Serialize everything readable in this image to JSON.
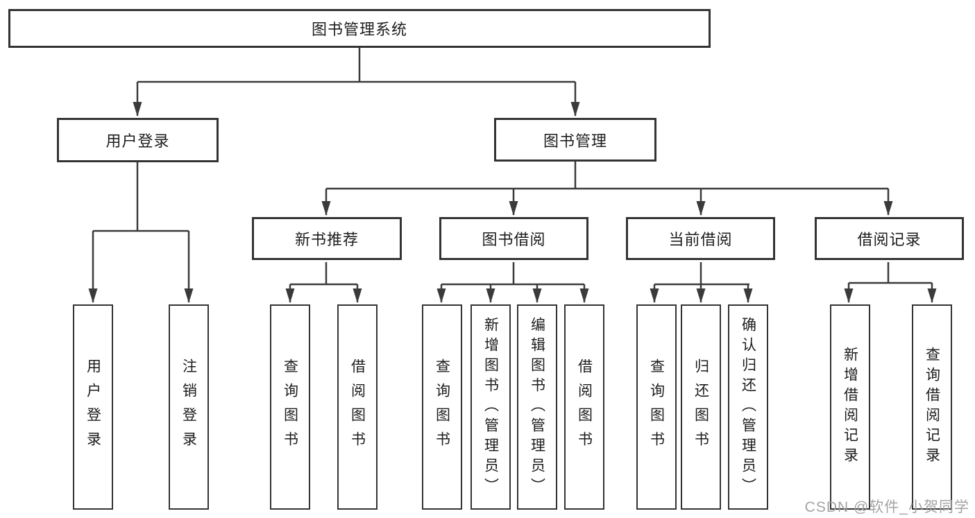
{
  "diagram_title": "图书管理系统",
  "nodes": {
    "root": "图书管理系统",
    "level2": [
      {
        "label": "用户登录",
        "parent": "图书管理系统"
      },
      {
        "label": "图书管理",
        "parent": "图书管理系统"
      }
    ],
    "level3": [
      {
        "label": "新书推荐",
        "parent": "图书管理"
      },
      {
        "label": "图书借阅",
        "parent": "图书管理"
      },
      {
        "label": "当前借阅",
        "parent": "图书管理"
      },
      {
        "label": "借阅记录",
        "parent": "图书管理"
      }
    ],
    "leaves": [
      {
        "label": "用户登录",
        "parent": "用户登录"
      },
      {
        "label": "注销登录",
        "parent": "用户登录"
      },
      {
        "label": "查询图书",
        "parent": "新书推荐"
      },
      {
        "label": "借阅图书",
        "parent": "新书推荐"
      },
      {
        "label": "查询图书",
        "parent": "图书借阅"
      },
      {
        "label": "新增图书（管理员）",
        "parent": "图书借阅"
      },
      {
        "label": "编辑图书（管理员）",
        "parent": "图书借阅"
      },
      {
        "label": "借阅图书",
        "parent": "图书借阅"
      },
      {
        "label": "查询图书",
        "parent": "当前借阅"
      },
      {
        "label": "归还图书",
        "parent": "当前借阅"
      },
      {
        "label": "确认归还（管理员）",
        "parent": "当前借阅"
      },
      {
        "label": "新增借阅记录",
        "parent": "借阅记录"
      },
      {
        "label": "查询借阅记录",
        "parent": "借阅记录"
      }
    ]
  },
  "watermark": "CSDN @软件_小贺同学",
  "colors": {
    "line": "#3a3a3a",
    "box_border": "#333333",
    "box_fill": "#ffffff",
    "text": "#1c1c1c",
    "watermark": "#a3a3a3"
  }
}
